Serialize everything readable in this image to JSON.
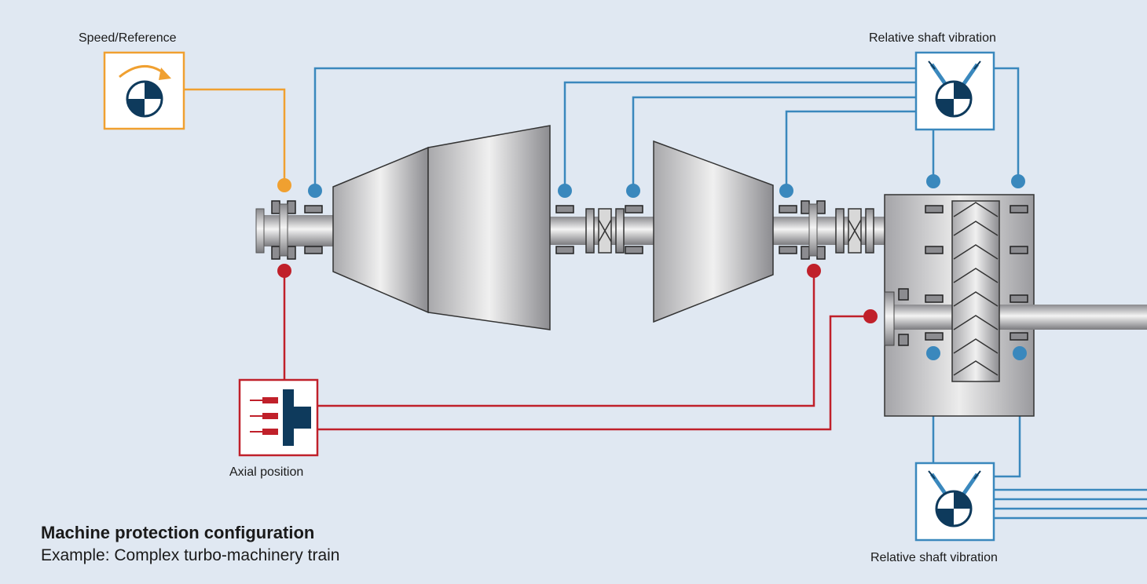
{
  "labels": {
    "speed_reference": "Speed/Reference",
    "relative_shaft_vibration_top": "Relative shaft vibration",
    "relative_shaft_vibration_bottom": "Relative shaft vibration",
    "axial_position": "Axial position"
  },
  "caption": {
    "title": "Machine protection configuration",
    "subtitle": "Example: Complex turbo-machinery train"
  },
  "colors": {
    "background": "#e0e8f2",
    "orange": "#f0a030",
    "blue": "#3a88bd",
    "red": "#c0202a",
    "navy": "#0e3a5c"
  },
  "icons": [
    "speed-sensor-icon",
    "vibration-sensor-icon",
    "axial-position-sensor-icon"
  ]
}
